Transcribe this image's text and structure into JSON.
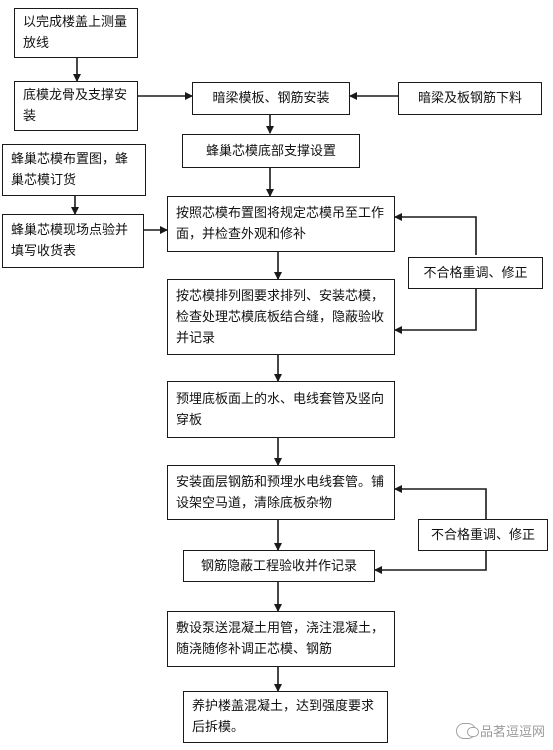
{
  "steps": {
    "s1": "以完成楼盖上测量放线",
    "s2": "底模龙骨及支撑安装",
    "s3": "暗梁模板、钢筋安装",
    "s4": "暗梁及板钢筋下料",
    "s5": "蜂巢芯模底部支撑设置",
    "s6": "蜂巢芯模布置图，蜂巢芯模订货",
    "s7": "蜂巢芯模现场点验并填写收货表",
    "s8": "按照芯模布置图将规定芯模吊至工作面，并检查外观和修补",
    "s9": "按芯模排列图要求排列、安装芯模，检查处理芯模底板结合缝，隐蔽验收并记录",
    "s10": "预埋底板面上的水、电线套管及竖向穿板",
    "s11": "安装面层钢筋和预埋水电线套管。铺设架空马道，清除底板杂物",
    "s12": "钢筋隐蔽工程验收并作记录",
    "s13": "敷设泵送混凝土用管，浇注混凝土，随浇随修补调正芯模、钢筋",
    "s14": "养护楼盖混凝土，达到强度要求后拆模。"
  },
  "feedback": {
    "f1": "不合格重调、修正",
    "f2": "不合格重调、修正"
  },
  "watermark": "品茗逗逗网"
}
